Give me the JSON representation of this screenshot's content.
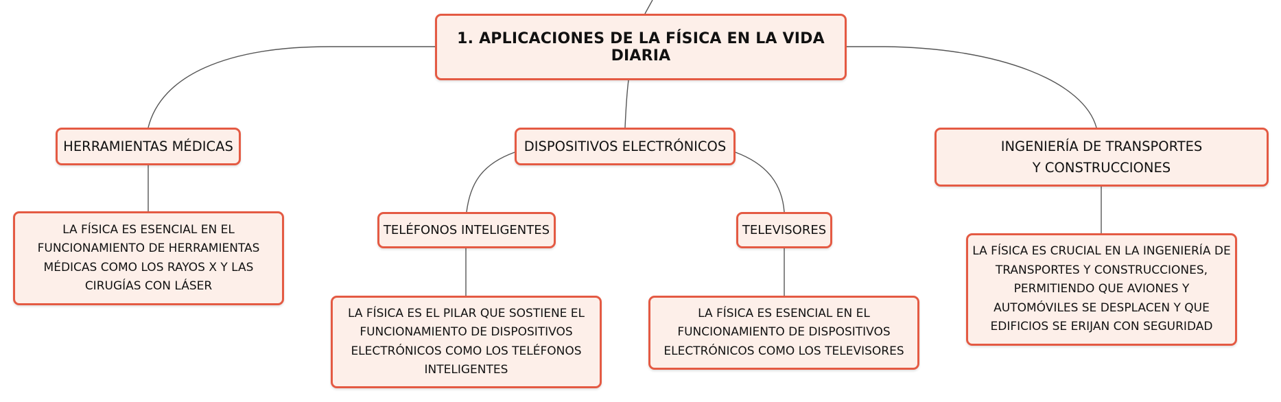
{
  "root": {
    "label": "1. APLICACIONES DE LA FÍSICA EN LA VIDA DIARIA"
  },
  "branches": {
    "herramientas": {
      "label": "HERRAMIENTAS MÉDICAS",
      "detail": "LA FÍSICA ES ESENCIAL EN EL FUNCIONAMIENTO DE HERRAMIENTAS MÉDICAS COMO LOS RAYOS X Y LAS CIRUGÍAS CON LÁSER"
    },
    "dispositivos": {
      "label": "DISPOSITIVOS ELECTRÓNICOS",
      "telefonos": {
        "label": "TELÉFONOS INTELIGENTES",
        "detail": "LA FÍSICA ES EL PILAR QUE SOSTIENE EL FUNCIONAMIENTO DE DISPOSITIVOS ELECTRÓNICOS COMO LOS TELÉFONOS INTELIGENTES"
      },
      "televisores": {
        "label": "TELEVISORES",
        "detail": "LA FÍSICA ES ESENCIAL EN EL FUNCIONAMIENTO DE DISPOSITIVOS ELECTRÓNICOS COMO LOS TELEVISORES"
      }
    },
    "ingenieria": {
      "label": "INGENIERÍA DE TRANSPORTES Y CONSTRUCCIONES",
      "detail": "LA FÍSICA ES CRUCIAL EN LA INGENIERÍA DE TRANSPORTES Y CONSTRUCCIONES, PERMITIENDO QUE AVIONES Y AUTOMÓVILES SE DESPLACEN Y QUE EDIFICIOS SE ERIJAN CON SEGURIDAD"
    }
  },
  "colors": {
    "node_border": "#e45a43",
    "node_fill": "#fdefe9",
    "connector": "#555555"
  }
}
